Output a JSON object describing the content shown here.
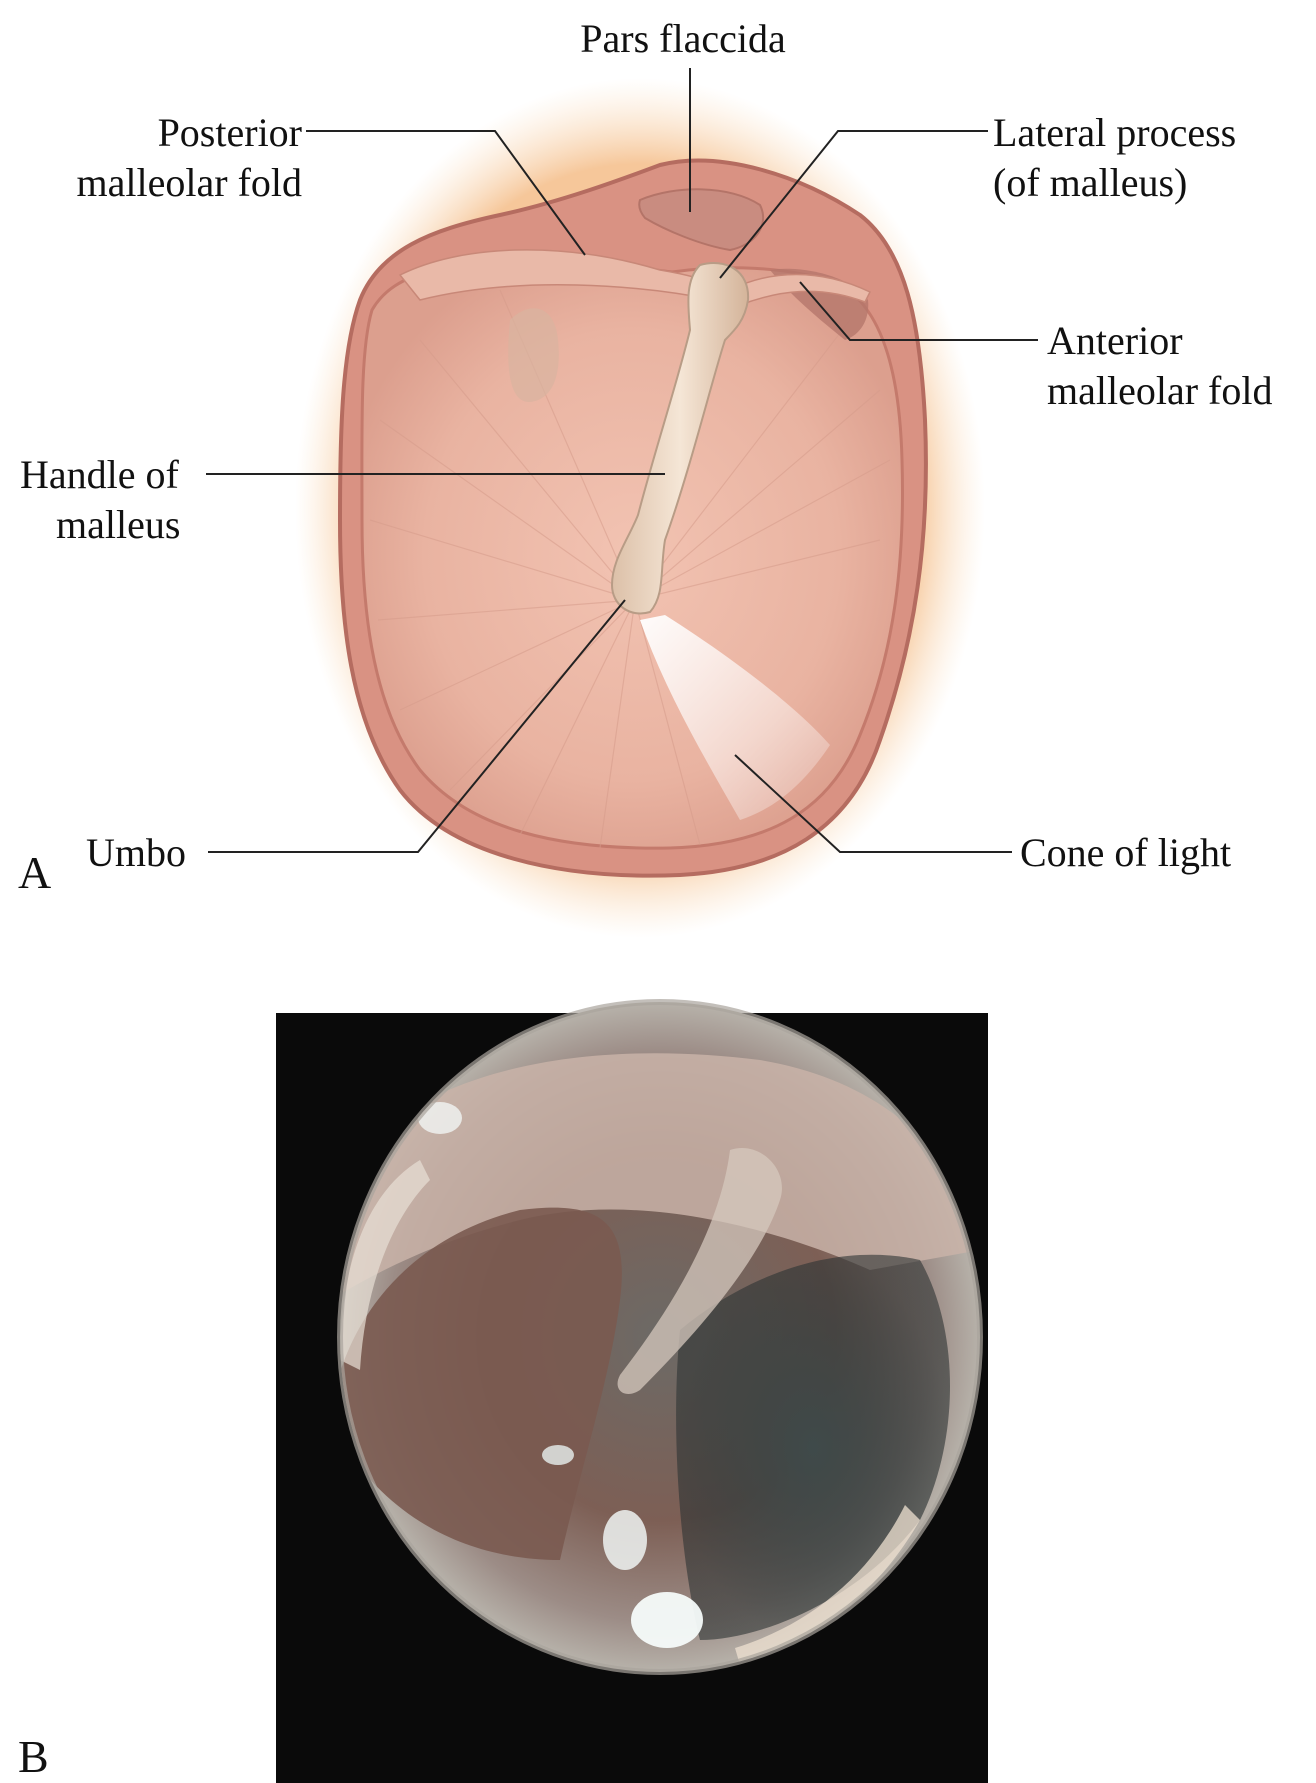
{
  "panels": {
    "a": {
      "letter": "A"
    },
    "b": {
      "letter": "B"
    }
  },
  "labels": {
    "pars_flaccida": "Pars flaccida",
    "posterior_fold_line1": "Posterior",
    "posterior_fold_line2": "malleolar fold",
    "lateral_process_line1": "Lateral process",
    "lateral_process_line2": "(of malleus)",
    "anterior_fold_line1": "Anterior",
    "anterior_fold_line2": "malleolar fold",
    "handle_line1": "Handle of",
    "handle_line2": "malleus",
    "umbo": "Umbo",
    "cone_of_light": "Cone of light"
  },
  "colors": {
    "membrane": "#eab5a3",
    "membrane_rim": "#c97f72",
    "halo": "#f6c79a",
    "malleus": "#efd9c4",
    "photo_background": "#0a0a0a",
    "photo_tissue": "#8a6a5e"
  }
}
